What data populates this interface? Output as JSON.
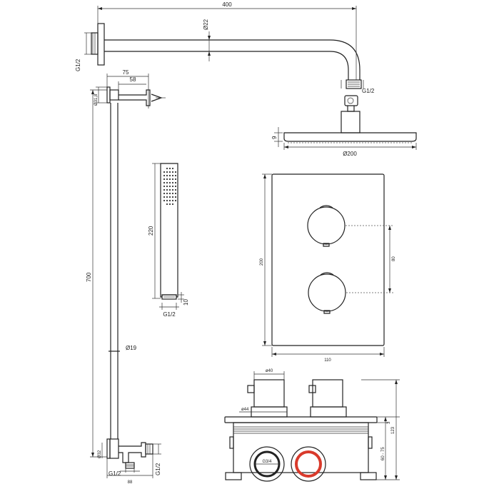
{
  "dimensions": {
    "arm_length": "400",
    "arm_dia": "Ø22",
    "arm_thread": "G1/2",
    "inlet_thread": "G1/2",
    "bracket_75": "75",
    "bracket_58": "58",
    "rail_top_dia": "Ø31,8",
    "rail_length": "700",
    "rail_dia": "Ø19",
    "rail_bottom_dia": "Ø32",
    "bottom_88": "88",
    "bottom_g12_left": "G1/2",
    "bottom_g12_right": "G1/2",
    "head_thickness": "9",
    "head_dia": "Ø200",
    "hand_length": "220",
    "hand_end": "10",
    "hand_thread": "G1/2",
    "plate_height": "200",
    "plate_width": "110",
    "knob_spacing": "80",
    "valve_dia40": "ø40",
    "valve_dia44": "ø44",
    "valve_depth": "60 - 75",
    "valve_total": "123",
    "valve_3": "3",
    "valve_inlet": "G3/4"
  },
  "colors": {
    "line": "#222222",
    "red_ring": "#d93a2b"
  }
}
